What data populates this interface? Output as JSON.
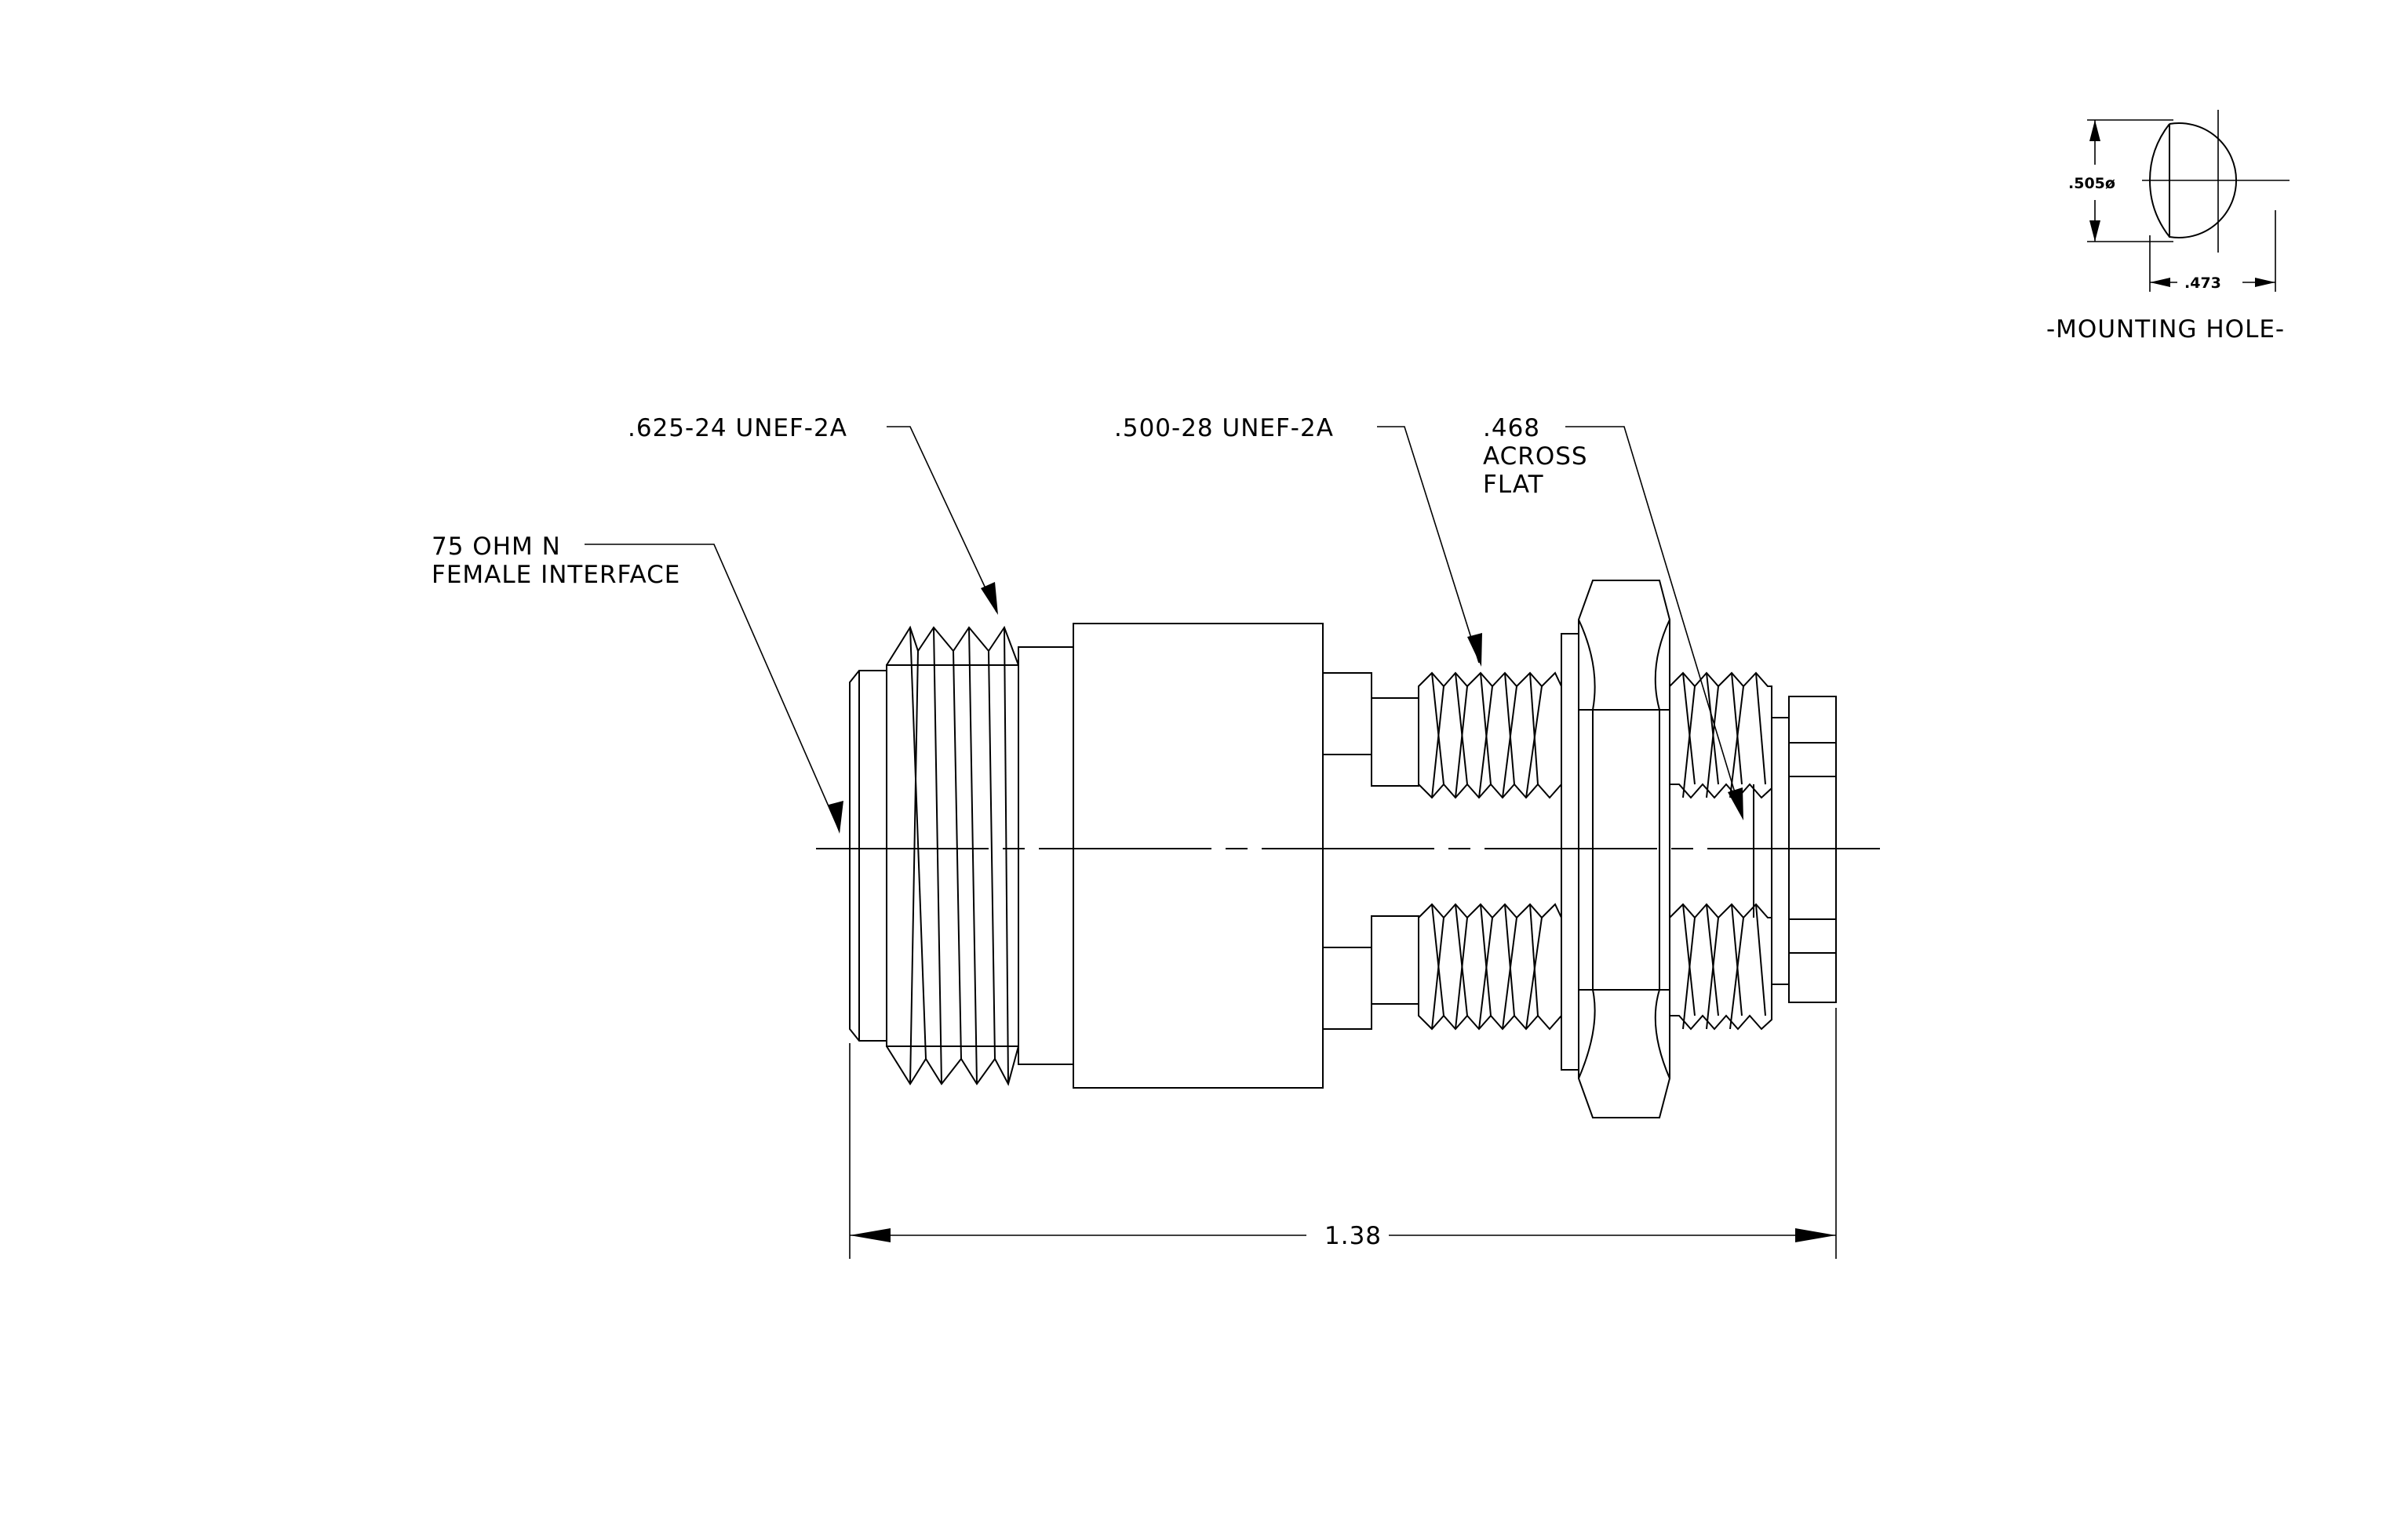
{
  "drawing": {
    "callouts": {
      "interface_line1": "75 OHM N",
      "interface_line2": "FEMALE INTERFACE",
      "front_thread": ".625-24 UNEF-2A",
      "rear_thread": ".500-28 UNEF-2A",
      "flat_line1": ".468",
      "flat_line2": "ACROSS",
      "flat_line3": "FLAT"
    },
    "overall_length": "1.38",
    "mounting_hole": {
      "title": "-MOUNTING HOLE-",
      "diameter": ".505ø",
      "flat_width": ".473"
    }
  }
}
